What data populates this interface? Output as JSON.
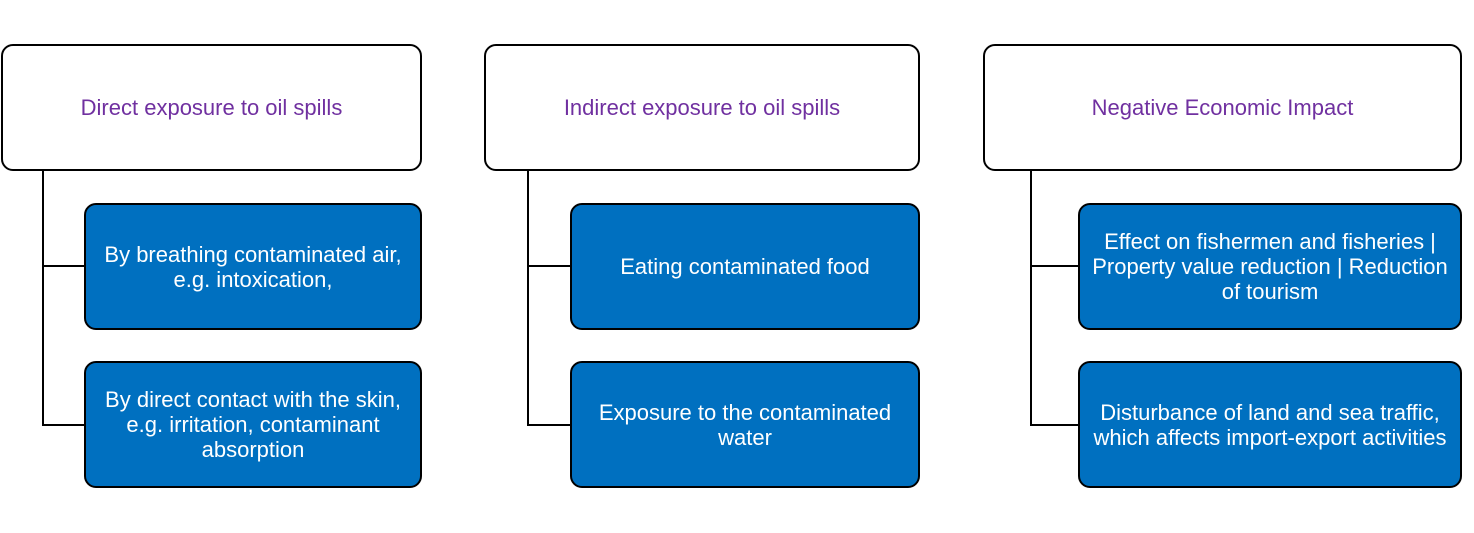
{
  "diagram": {
    "colors": {
      "header_text": "#7030a0",
      "child_fill": "#0070c0",
      "child_text": "#ffffff",
      "border": "#000000"
    },
    "columns": [
      {
        "title": "Direct exposure to oil spills",
        "children": [
          "By breathing contaminated air, e.g. intoxication,",
          "By direct contact with the skin, e.g. irritation, contaminant absorption"
        ]
      },
      {
        "title": "Indirect exposure to oil spills",
        "children": [
          "Eating contaminated food",
          "Exposure to the contaminated water"
        ]
      },
      {
        "title": "Negative Economic Impact",
        "children": [
          "Effect on fishermen and fisheries | Property value reduction | Reduction of tourism",
          "Disturbance of land and sea traffic, which affects import-export activities"
        ]
      }
    ]
  }
}
